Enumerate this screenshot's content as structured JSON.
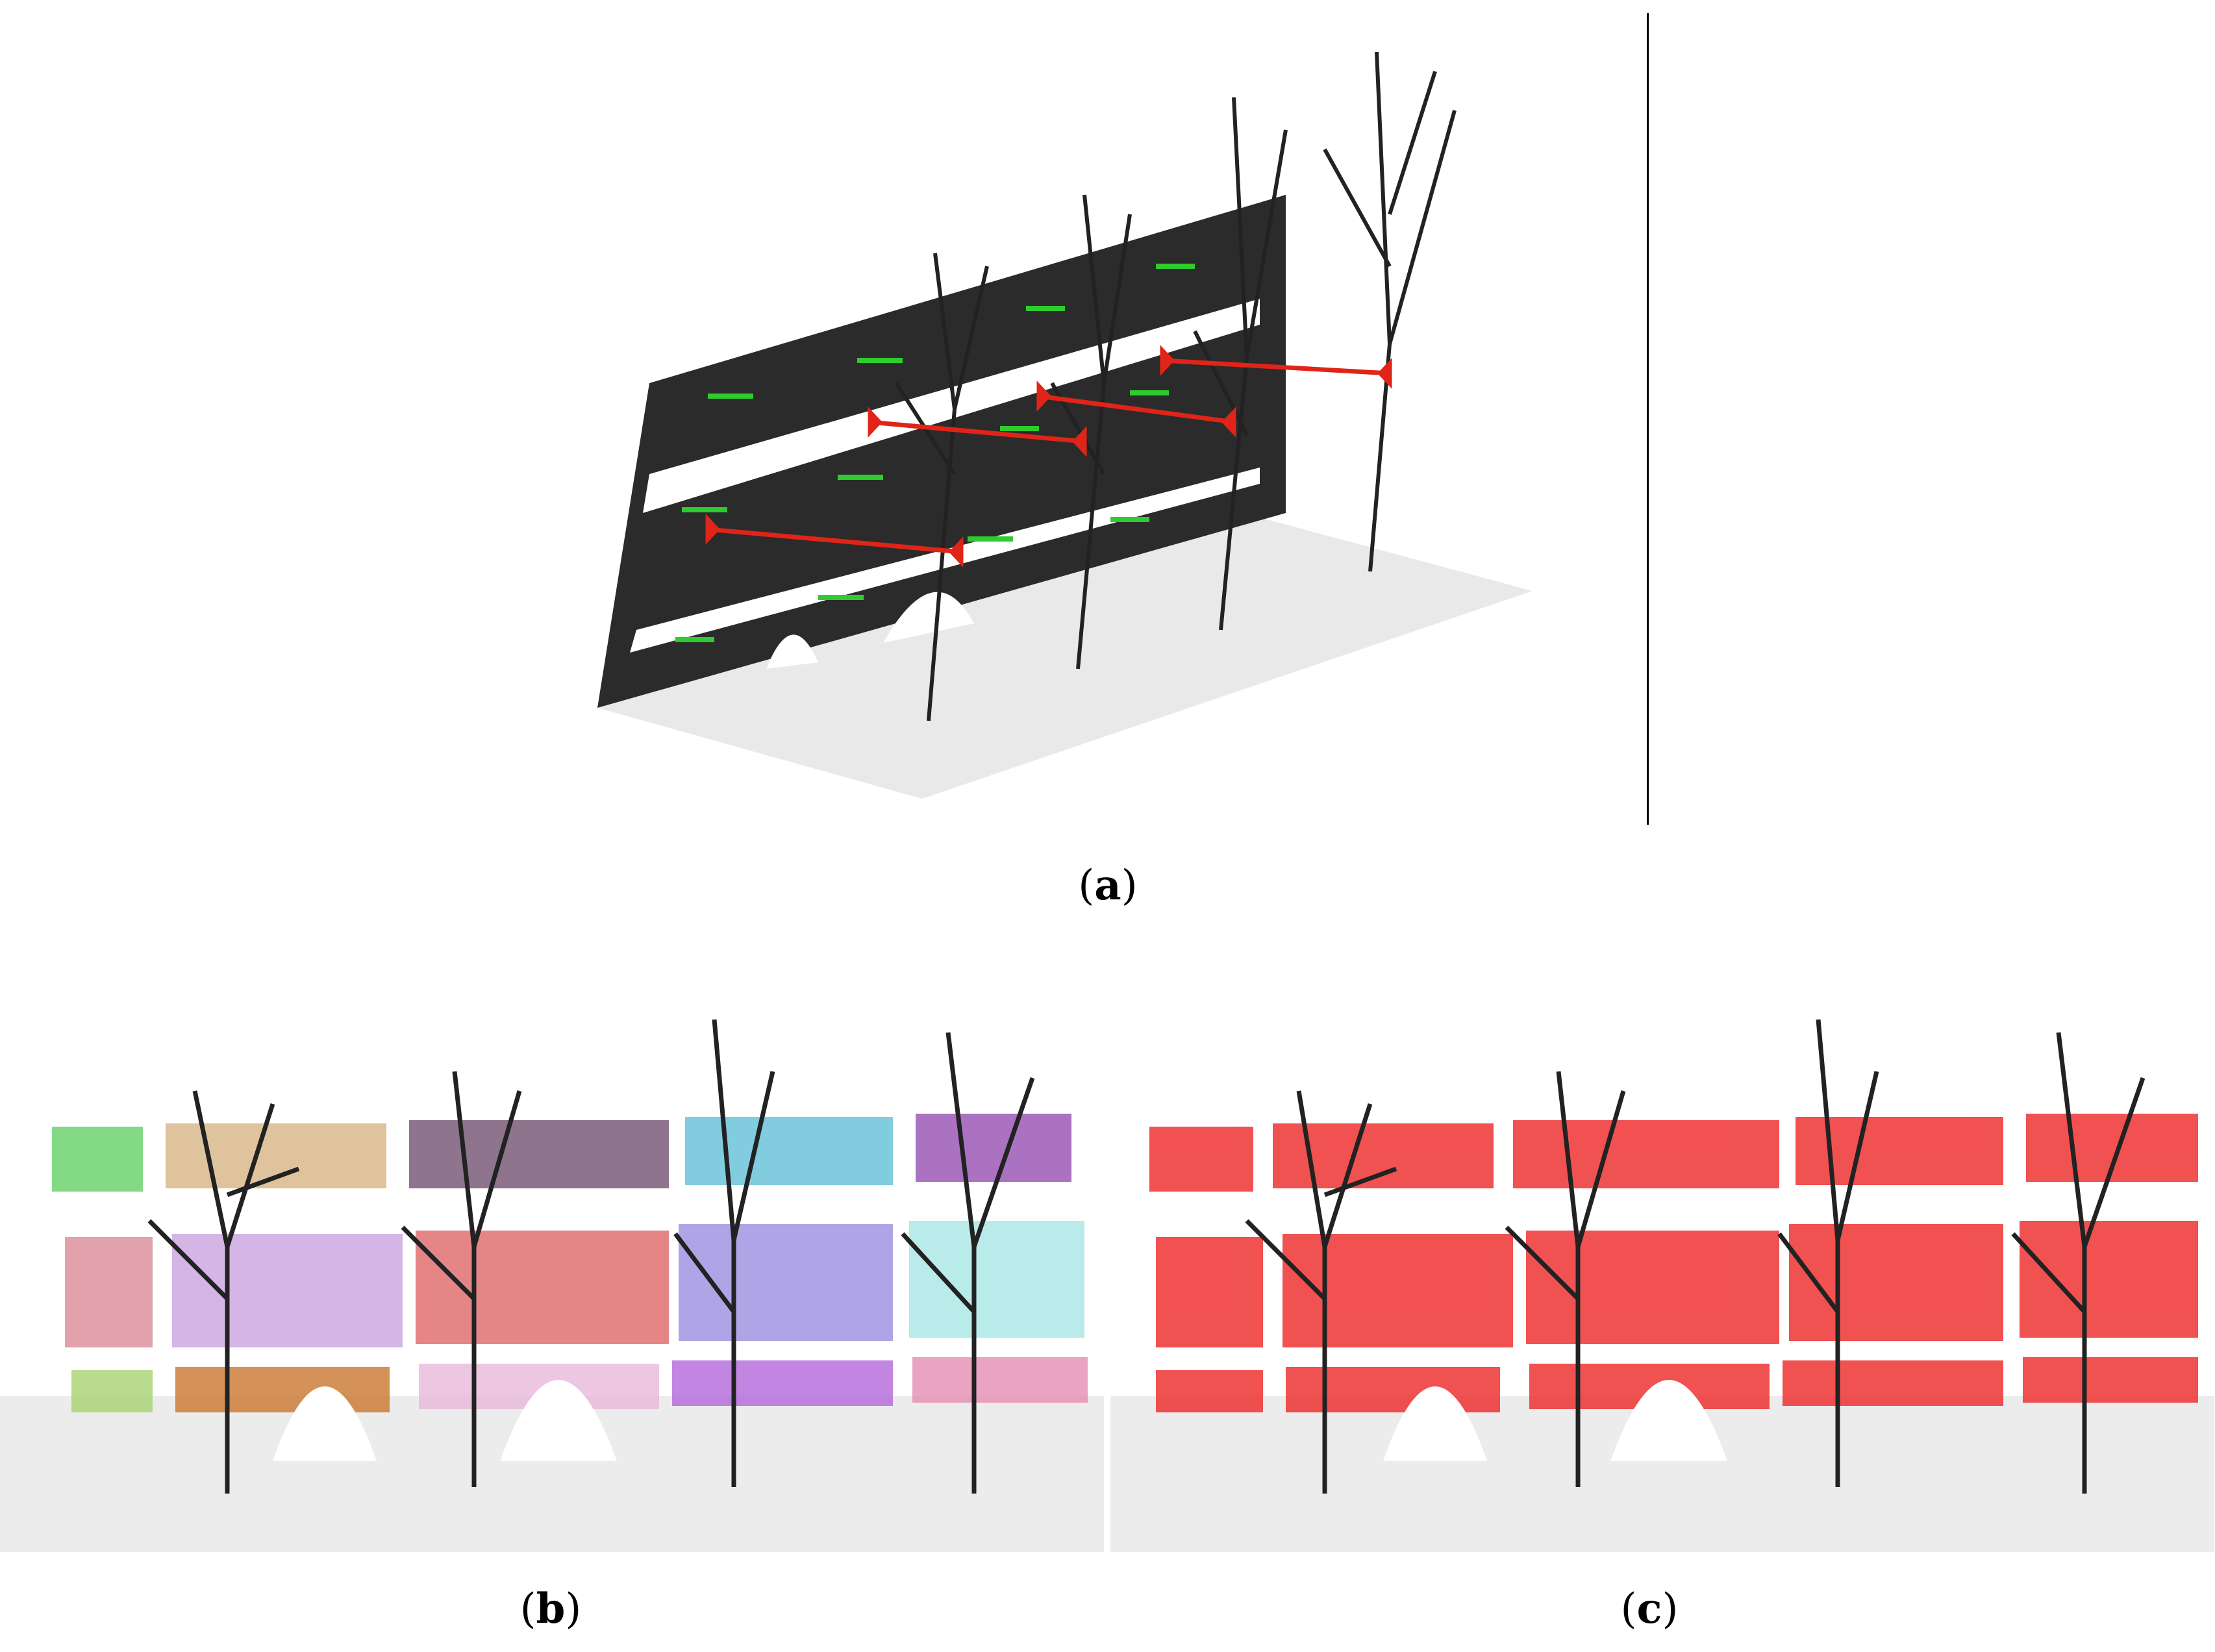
{
  "figure": {
    "captions": {
      "a": "(a)",
      "b": "(b)",
      "c": "(c)"
    },
    "caption_letters": {
      "a": "a",
      "b": "b",
      "c": "c"
    }
  },
  "panel_a": {
    "description_icon": "point-cloud-3d-facade-icon",
    "green_marker_color": "#2ecc2e",
    "red_marker_color": "#e02418",
    "point_color": "#111111"
  },
  "panel_b": {
    "description_icon": "point-cloud-segmented-facade-icon",
    "segment_colors": [
      "#6fd36f",
      "#d9b88c",
      "#7a5c78",
      "#6cc3d9",
      "#9b59b6",
      "#d98b99",
      "#c9a3e0",
      "#e06666",
      "#9b8fe0",
      "#a8e6e6",
      "#a8d36f",
      "#c9762e",
      "#e8b8d9",
      "#b366d9",
      "#e68cb3"
    ]
  },
  "panel_c": {
    "description_icon": "point-cloud-classified-facade-icon",
    "segment_color": "#ee3333"
  }
}
